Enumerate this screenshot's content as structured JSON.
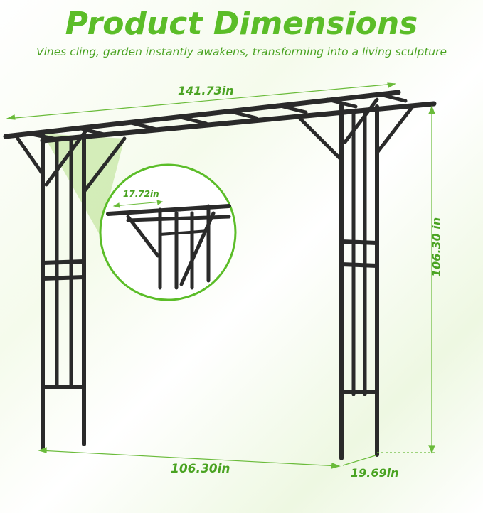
{
  "header": {
    "title": "Product Dimensions",
    "subtitle": "Vines cling, garden instantly awakens, transforming into a living sculpture"
  },
  "dimensions": {
    "length": "141.73in",
    "top_width": "17.72in",
    "height": "106.30 in",
    "base_span": "106.30in",
    "base_depth": "19.69in"
  },
  "colors": {
    "accent_green": "#5bbd28",
    "frame_black": "#2a2a2a"
  }
}
